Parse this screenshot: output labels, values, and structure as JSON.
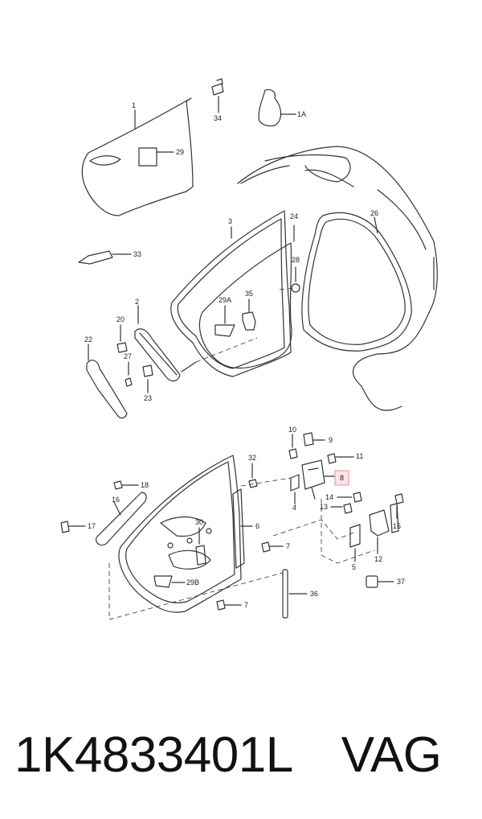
{
  "callouts": {
    "c1": "1",
    "c1a": "1A",
    "c34": "34",
    "c29": "29",
    "c3": "3",
    "c24": "24",
    "c26": "26",
    "c28": "28",
    "c33": "33",
    "c29a": "29A",
    "c35": "35",
    "c2": "2",
    "c20": "20",
    "c22": "22",
    "c27": "27",
    "c23": "23",
    "c10": "10",
    "c9": "9",
    "c11": "11",
    "c32": "32",
    "c8": "8",
    "c18": "18",
    "c4": "4",
    "c14": "14",
    "c16": "16",
    "c13": "13",
    "c6": "6",
    "c30": "30",
    "c15": "15",
    "c17": "17",
    "c7a": "7",
    "c12": "12",
    "c5": "5",
    "c29b": "29B",
    "c7b": "7",
    "c37": "37",
    "c36": "36"
  },
  "caption": {
    "part_number": "1K4833401L",
    "brand": "VAG"
  },
  "colors": {
    "line": "#333333",
    "highlight_fill": "#fbe3e6",
    "highlight_stroke": "#e8909c"
  }
}
